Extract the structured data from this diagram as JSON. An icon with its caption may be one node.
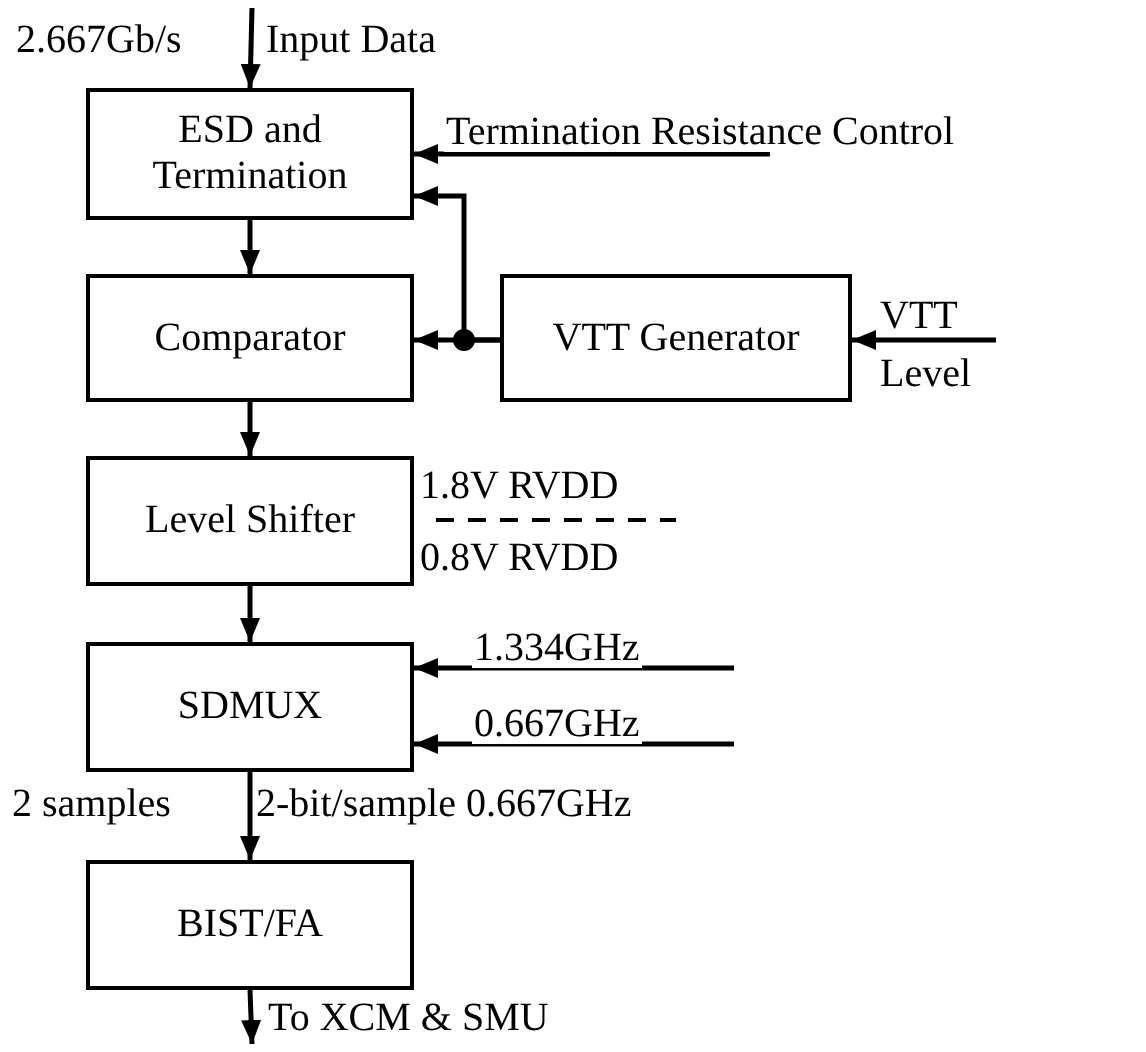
{
  "diagram": {
    "nodes": [
      {
        "text": [
          "ESD and Termination"
        ]
      },
      {
        "text": [
          "Comparator"
        ]
      },
      {
        "text": [
          "VTT Generator"
        ]
      },
      {
        "text": [
          "Level Shifter"
        ]
      },
      {
        "text": [
          "SDMUX"
        ]
      },
      {
        "text": [
          "BIST/FA"
        ]
      }
    ],
    "edges": [
      {
        "from": null,
        "to": 0,
        "arrow": "to"
      },
      {
        "from": null,
        "to": 0,
        "arrow": "to",
        "label": "Termination Resistance Control"
      },
      {
        "from": 0,
        "to": 1,
        "arrow": "to"
      },
      {
        "from": 2,
        "to": 0,
        "arrow": "to"
      },
      {
        "from": 2,
        "to": 1,
        "arrow": "to"
      },
      {
        "from": null,
        "to": 2,
        "arrow": "to"
      },
      {
        "from": 1,
        "to": 3,
        "arrow": "to"
      },
      {
        "from": 3,
        "to": 4,
        "arrow": "to"
      },
      {
        "from": null,
        "to": 4,
        "arrow": "to",
        "label": "1.334GHz"
      },
      {
        "from": null,
        "to": 4,
        "arrow": "to",
        "label": "0.667GHz"
      },
      {
        "from": 4,
        "to": 5,
        "arrow": "to"
      },
      {
        "from": 5,
        "to": null,
        "arrow": "to",
        "label": "To XCM & SMU"
      }
    ],
    "labels": [
      "2.667Gb/s",
      "Input Data",
      "VTT",
      "Level",
      "1.8V RVDD",
      "0.8V RVDD",
      "2 samples",
      "2-bit/sample 0.667GHz"
    ]
  }
}
